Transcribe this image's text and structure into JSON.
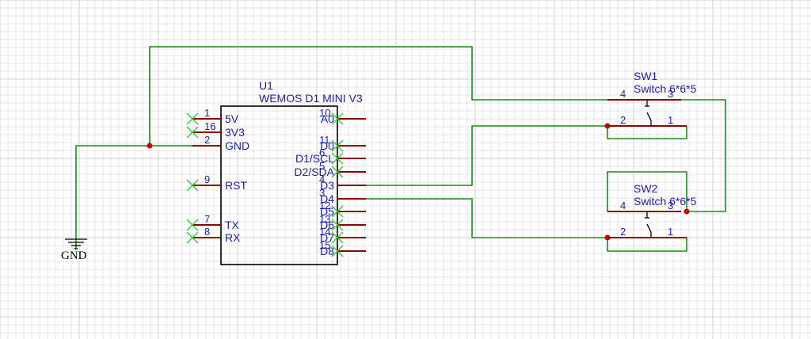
{
  "colors": {
    "wire": "#1d8a1d",
    "pin": "#8b0000",
    "text": "#1c1cb4",
    "junction": "#cc0000",
    "no_connect": "#33cc33",
    "grid_minor": "#e6e6e6",
    "grid_major": "#d2d2d2"
  },
  "u1": {
    "designator": "U1",
    "part": "WEMOS D1 MINI V3",
    "left_pins": [
      {
        "num": "1",
        "name": "5V"
      },
      {
        "num": "16",
        "name": "3V3"
      },
      {
        "num": "2",
        "name": "GND"
      },
      {
        "num": "9",
        "name": "RST"
      },
      {
        "num": "7",
        "name": "TX"
      },
      {
        "num": "8",
        "name": "RX"
      }
    ],
    "right_pins": [
      {
        "num": "10",
        "name": "A0"
      },
      {
        "num": "11",
        "name": "D0"
      },
      {
        "num": "6",
        "name": "D1/SCL"
      },
      {
        "num": "5",
        "name": "D2/SDA"
      },
      {
        "num": "4",
        "name": "D3"
      },
      {
        "num": "3",
        "name": "D4"
      },
      {
        "num": "12",
        "name": "D5"
      },
      {
        "num": "13",
        "name": "D6"
      },
      {
        "num": "14",
        "name": "D7"
      },
      {
        "num": "15",
        "name": "D8"
      }
    ]
  },
  "sw1": {
    "designator": "SW1",
    "part": "Switch 6*6*5",
    "pins": [
      "4",
      "3",
      "2",
      "1"
    ]
  },
  "sw2": {
    "designator": "SW2",
    "part": "Switch 6*6*5",
    "pins": [
      "4",
      "3",
      "2",
      "1"
    ]
  },
  "gnd": {
    "label": "GND"
  },
  "icons": [
    "gnd-symbol-icon",
    "no-connect-icon",
    "junction-dot-icon",
    "switch-symbol-icon"
  ]
}
